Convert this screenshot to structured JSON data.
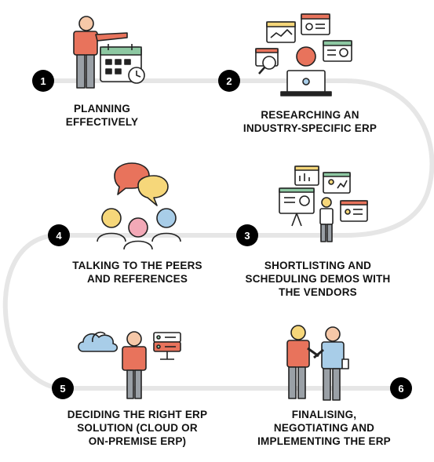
{
  "steps": [
    {
      "number": "1",
      "label_lines": [
        "PLANNING",
        "EFFECTIVELY"
      ]
    },
    {
      "number": "2",
      "label_lines": [
        "RESEARCHING AN",
        "INDUSTRY-SPECIFIC ERP"
      ]
    },
    {
      "number": "3",
      "label_lines": [
        "SHORTLISTING AND",
        "SCHEDULING DEMOS WITH",
        "THE VENDORS"
      ]
    },
    {
      "number": "4",
      "label_lines": [
        "TALKING TO THE PEERS",
        "AND REFERENCES"
      ]
    },
    {
      "number": "5",
      "label_lines": [
        "DECIDING THE RIGHT ERP",
        "SOLUTION (CLOUD OR",
        "ON-PREMISE ERP)"
      ]
    },
    {
      "number": "6",
      "label_lines": [
        "FINALISING,",
        "NEGOTIATING AND",
        "IMPLEMENTING THE ERP"
      ]
    }
  ],
  "colors": {
    "path": "#e6e6e6",
    "number_bg": "#000000",
    "accent_red": "#e8735c",
    "accent_yellow": "#f6d77a",
    "accent_green": "#8dc8a2",
    "accent_blue": "#a8cde8",
    "accent_pink": "#f3a9b7",
    "skin": "#f6c8a8",
    "pants": "#9aa0a6",
    "outline": "#222222"
  },
  "icons": [
    "presenter-with-calendar-icon",
    "researcher-with-laptop-icon",
    "presenter-with-chart-board-icon",
    "peer-group-chat-icon",
    "person-with-cloud-and-server-icon",
    "handshake-icon"
  ]
}
